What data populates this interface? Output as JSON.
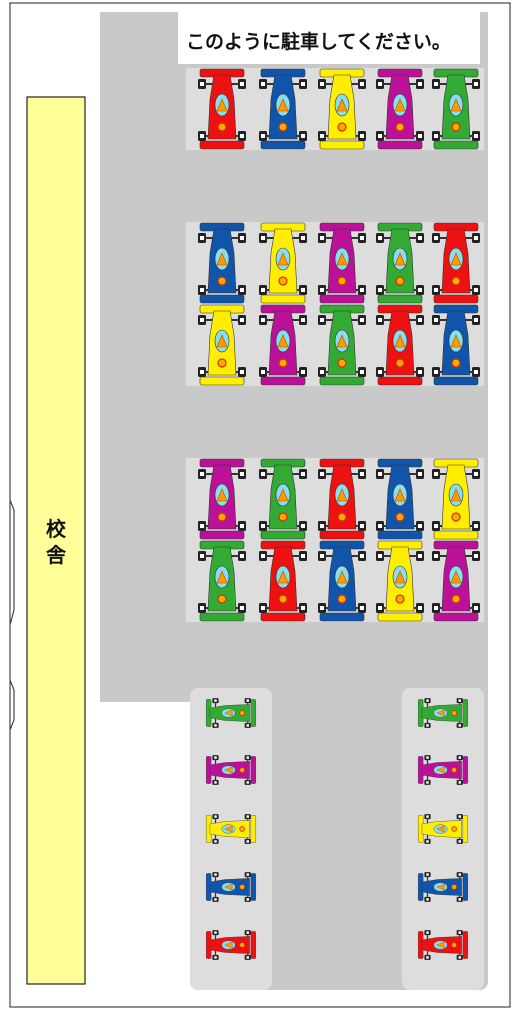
{
  "title": "このように駐車してください。",
  "building_label": [
    "校",
    "舎"
  ],
  "colors": {
    "lot": "#c9c9c9",
    "pad": "#dddddd",
    "building": "#ffff99",
    "red": "#ee1111",
    "blue": "#1155aa",
    "yellow": "#ffee00",
    "magenta": "#bb1199",
    "green": "#33aa33"
  },
  "parking_rows": [
    [
      "red",
      "blue",
      "yellow",
      "magenta",
      "green"
    ],
    [
      "blue",
      "yellow",
      "magenta",
      "green",
      "red"
    ],
    [
      "yellow",
      "magenta",
      "green",
      "red",
      "blue"
    ],
    [
      "magenta",
      "green",
      "red",
      "blue",
      "yellow"
    ],
    [
      "green",
      "red",
      "blue",
      "yellow",
      "magenta"
    ]
  ],
  "parking_columns": [
    [
      "green",
      "magenta",
      "yellow",
      "blue",
      "red"
    ],
    [
      "green",
      "magenta",
      "yellow",
      "blue",
      "red"
    ]
  ]
}
